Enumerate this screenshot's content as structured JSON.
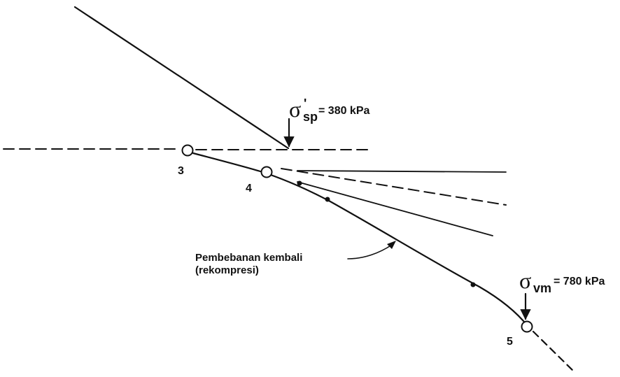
{
  "annotations": {
    "sigma_sp": {
      "symbol": "σ",
      "prime": "'",
      "subscript": "sp",
      "value_text": "= 380 kPa"
    },
    "sigma_vm": {
      "symbol": "σ",
      "subscript": "vm",
      "value_text": "= 780 kPa"
    },
    "reload_label": {
      "line1": "Pembebanan kembali",
      "line2": "(rekompresi)"
    }
  },
  "points": [
    {
      "id": "3",
      "label": "3"
    },
    {
      "id": "4",
      "label": "4"
    },
    {
      "id": "5",
      "label": "5"
    }
  ],
  "colors": {
    "ink": "#111111",
    "background": "#ffffff"
  }
}
